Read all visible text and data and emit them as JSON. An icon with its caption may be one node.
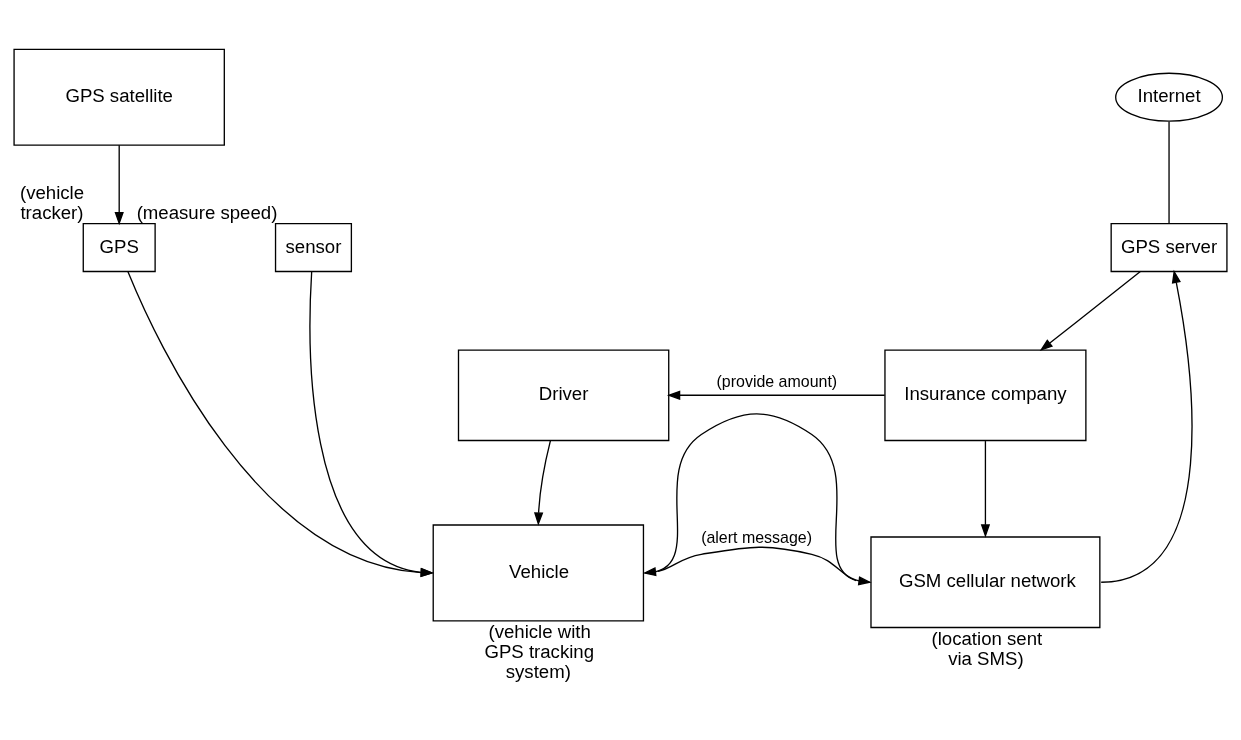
{
  "diagram": {
    "nodes": [
      {
        "text": [
          "GPS satellite"
        ]
      },
      {
        "text": [
          "Internet"
        ]
      },
      {
        "text": [
          "sensor"
        ],
        "beside": [
          "(measure speed)"
        ]
      },
      {
        "text": [
          "GPS"
        ],
        "beside": [
          "(vehicle tracker)"
        ]
      },
      {
        "text": [
          "GPS server"
        ]
      },
      {
        "text": [
          "Vehicle"
        ],
        "beside": [
          "(vehicle with GPS tracking system)"
        ]
      },
      {
        "text": [
          "GSM cellular network"
        ],
        "beside": [
          "(location sent via SMS)"
        ]
      },
      {
        "text": [
          "Driver"
        ]
      },
      {
        "text": [
          "Insurance company"
        ]
      }
    ],
    "edges": [
      {
        "from": 0,
        "to": 3,
        "arrow": "to"
      },
      {
        "from": 1,
        "to": 4,
        "arrow": "none"
      },
      {
        "from": 2,
        "to": 5,
        "arrow": "to"
      },
      {
        "from": 3,
        "to": 5,
        "arrow": "to"
      },
      {
        "from": 5,
        "to": 6,
        "arrow": "to"
      },
      {
        "from": 6,
        "to": 5,
        "arrow": "to",
        "label": "(alert message)"
      },
      {
        "from": 6,
        "to": 4,
        "arrow": "to"
      },
      {
        "from": 4,
        "to": 8,
        "arrow": "to"
      },
      {
        "from": 8,
        "to": 6,
        "arrow": "to"
      },
      {
        "from": 8,
        "to": 7,
        "arrow": "to",
        "label": "(provide amount)"
      },
      {
        "from": 7,
        "to": 5,
        "arrow": "to"
      }
    ]
  }
}
